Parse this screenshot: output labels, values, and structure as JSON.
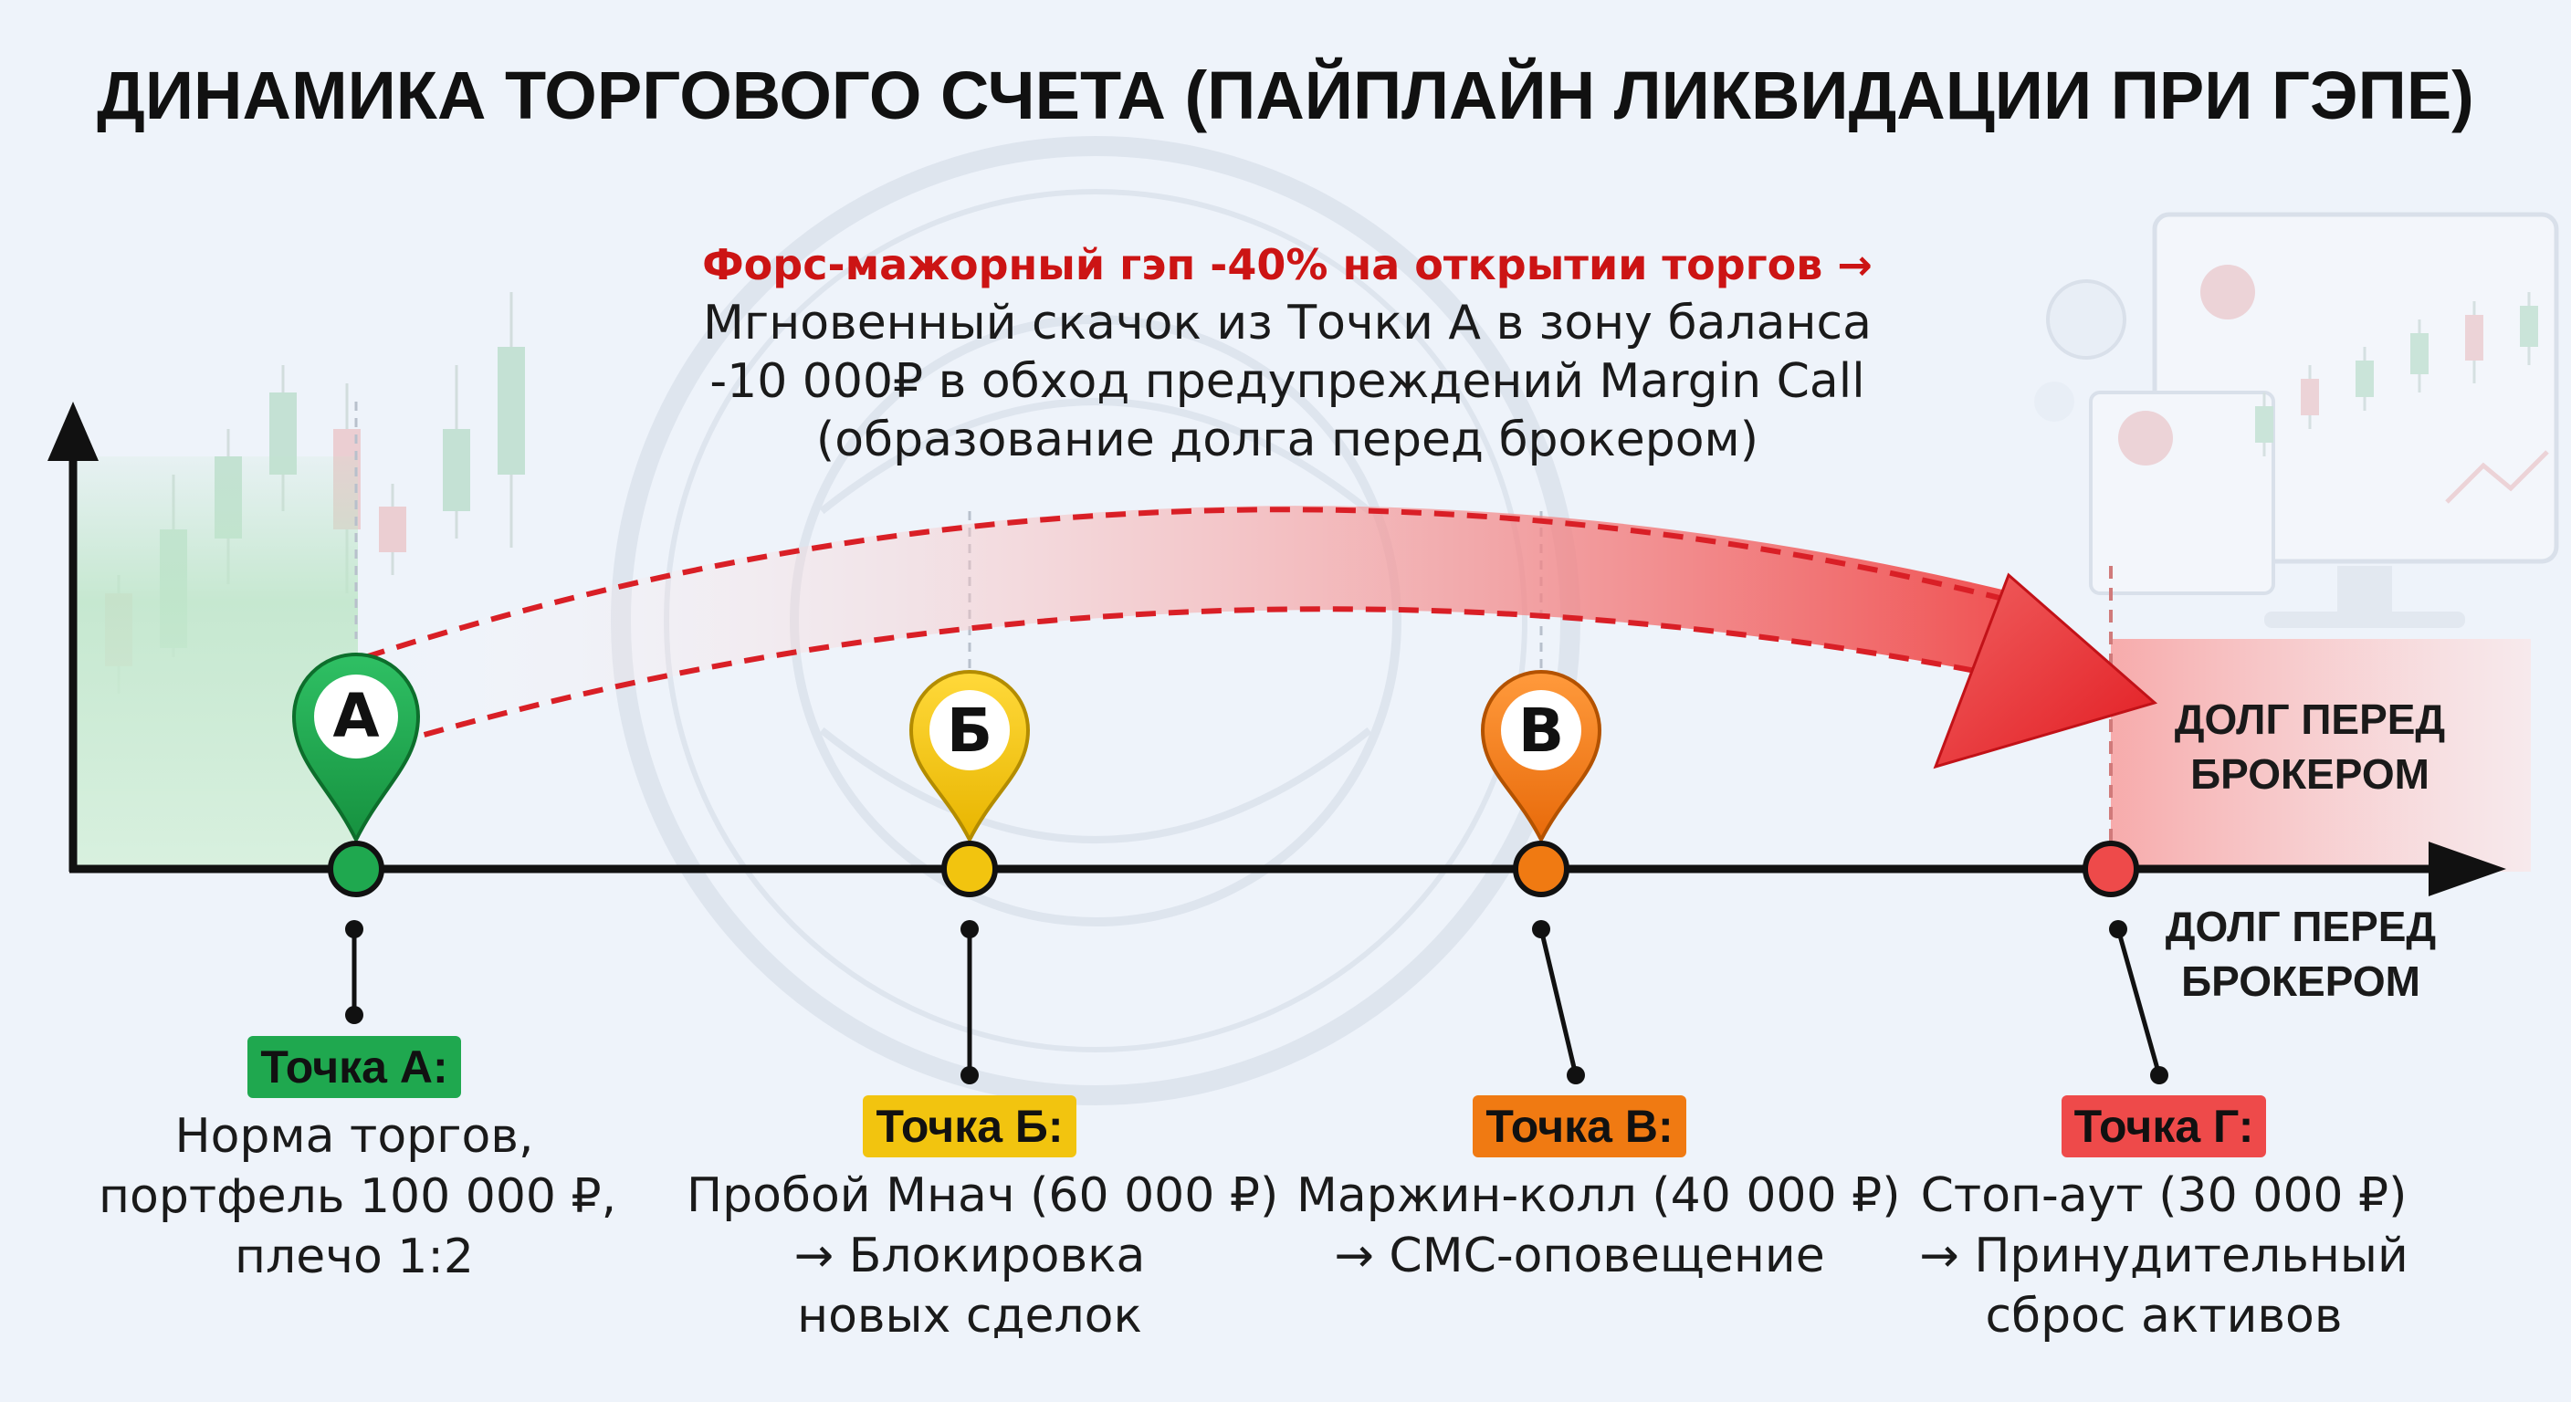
{
  "title": "ДИНАМИКА ТОРГОВОГО СЧЕТА (ПАЙПЛАЙН ЛИКВИДАЦИИ ПРИ ГЭПЕ)",
  "gap_note": {
    "headline": "Форс-мажорный гэп -40% на открытии торгов →",
    "lines": [
      "Мгновенный скачок из Точки А в зону баланса",
      "-10 000₽ в обход предупреждений Margin Call",
      "(образование долга перед брокером)"
    ]
  },
  "debt_zone_label": [
    "ДОЛГ ПЕРЕД",
    "БРОКЕРОМ"
  ],
  "axis_end_label": [
    "ДОЛГ ПЕРЕД",
    "БРОКЕРОМ"
  ],
  "colors": {
    "green": "#1fa84f",
    "yellow": "#f2c40f",
    "orange": "#f07a12",
    "red": "#ee4a4a",
    "arrow": "#e8262a"
  },
  "points": [
    {
      "pin": "А",
      "badge": "Точка А:",
      "lines": [
        "Норма торгов,",
        "портфель 100 000 ₽,",
        "плечо 1:2"
      ]
    },
    {
      "pin": "Б",
      "badge": "Точка Б:",
      "lines": [
        "Пробой Мнач (60 000 ₽)",
        "→ Блокировка",
        "новых сделок"
      ]
    },
    {
      "pin": "В",
      "badge": "Точка В:",
      "lines": [
        "Маржин-колл (40 000 ₽)",
        "→ СМС-оповещение"
      ]
    },
    {
      "pin": "",
      "badge": "Точка Г:",
      "lines": [
        "Стоп-аут (30 000 ₽)",
        "→ Принудительный",
        "сброс активов"
      ]
    }
  ]
}
